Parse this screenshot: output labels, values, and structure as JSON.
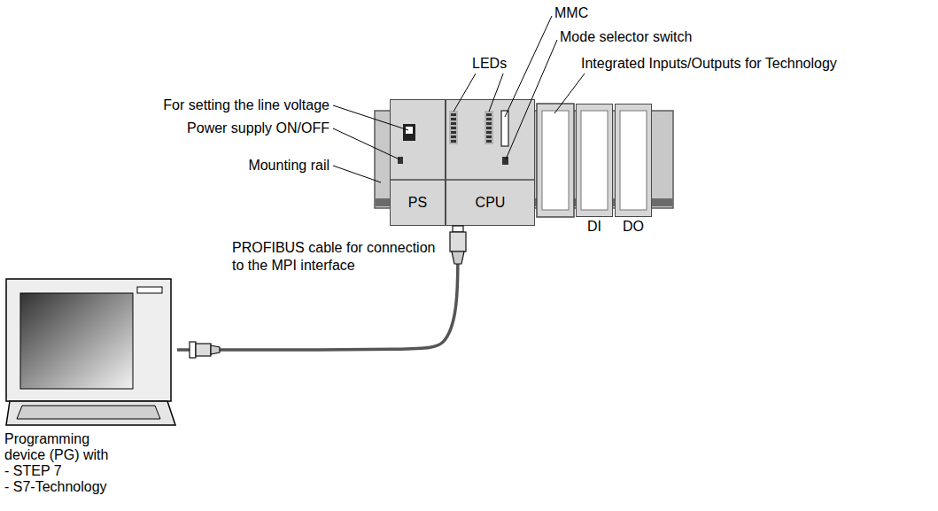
{
  "diagram": {
    "nodes": [
      {
        "text": [
          "PS"
        ]
      },
      {
        "text": [
          "CPU"
        ]
      },
      {
        "text": [
          "DI"
        ]
      },
      {
        "text": [
          "DO"
        ]
      },
      {
        "text": [
          "Programming device (PG) with",
          "- STEP 7",
          "- S7-Technology"
        ]
      }
    ],
    "edges": [
      {
        "from": 1,
        "to": 4,
        "arrow": "none",
        "label": "PROFIBUS cable for connection to the MPI interface"
      }
    ],
    "labels": [
      "MMC",
      "Mode selector switch",
      "LEDs",
      "Integrated Inputs/Outputs for Technology",
      "For setting the line voltage",
      "Power supply ON/OFF",
      "Mounting rail"
    ]
  }
}
